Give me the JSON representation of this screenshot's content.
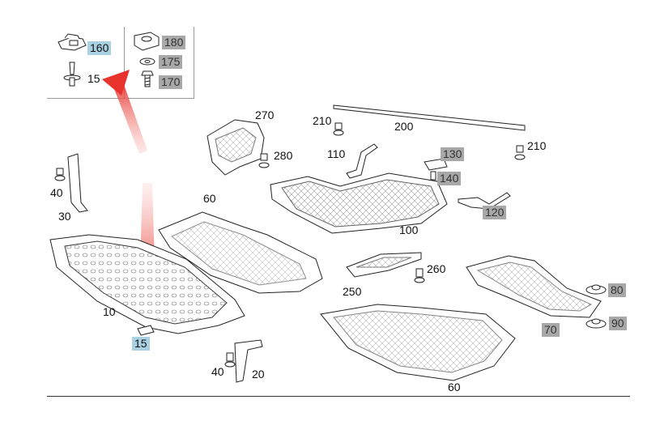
{
  "inset": {
    "labels": [
      {
        "key": "part-160",
        "text": "160",
        "style": "blue"
      },
      {
        "key": "part-15-inset",
        "text": "15",
        "style": "plain"
      },
      {
        "key": "part-180",
        "text": "180",
        "style": "gray"
      },
      {
        "key": "part-175",
        "text": "175",
        "style": "gray"
      },
      {
        "key": "part-170",
        "text": "170",
        "style": "gray"
      }
    ]
  },
  "parts": {
    "p270": "270",
    "p280": "280",
    "p210a": "210",
    "p200": "200",
    "p210b": "210",
    "p110": "110",
    "p130": "130",
    "p140": "140",
    "p120": "120",
    "p100": "100",
    "p60a": "60",
    "p40a": "40",
    "p30": "30",
    "p10": "10",
    "p15": "15",
    "p40b": "40",
    "p20": "20",
    "p250": "250",
    "p260": "260",
    "p60b": "60",
    "p80": "80",
    "p90": "90",
    "p70": "70"
  },
  "colors": {
    "highlight_blue": "#a9d1e2",
    "highlight_gray": "#a8a8a8",
    "arrow_red": "#e8322c",
    "line": "#222222"
  },
  "icons": [
    "clip-icon",
    "bolt-icon",
    "washer-icon",
    "nut-icon",
    "arrow-icon"
  ]
}
